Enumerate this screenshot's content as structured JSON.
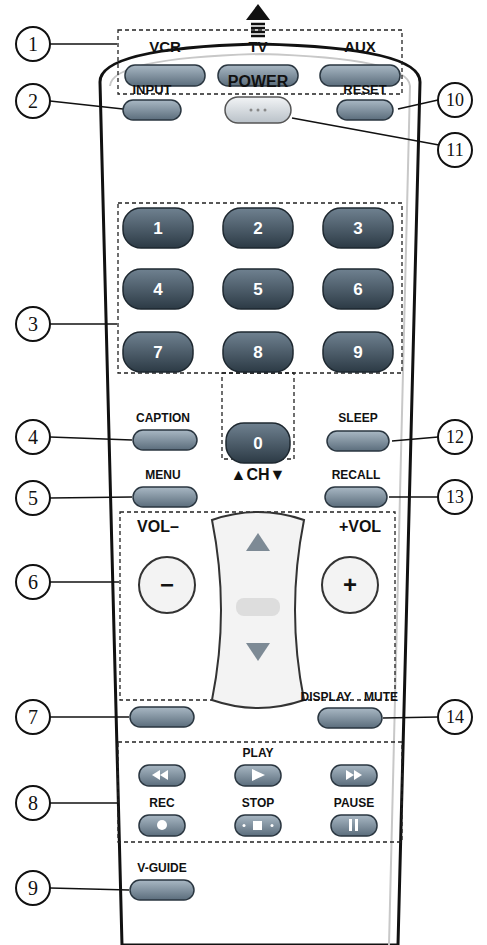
{
  "diagram": {
    "labels": [
      "1",
      "2",
      "3",
      "4",
      "5",
      "6",
      "7",
      "8",
      "9",
      "10",
      "11",
      "12",
      "13",
      "14",
      "VCR",
      "TV",
      "AUX",
      "INPUT",
      "POWER",
      "RESET",
      "1",
      "2",
      "3",
      "4",
      "5",
      "6",
      "7",
      "8",
      "9",
      "CAPTION",
      "0",
      "SLEEP",
      "MENU",
      "▲CH▼",
      "RECALL",
      "VOL–",
      "+VOL",
      "−",
      "+",
      "DISPLAY",
      "MUTE",
      "PLAY",
      "REC",
      "STOP",
      "PAUSE",
      "V-GUIDE"
    ]
  }
}
